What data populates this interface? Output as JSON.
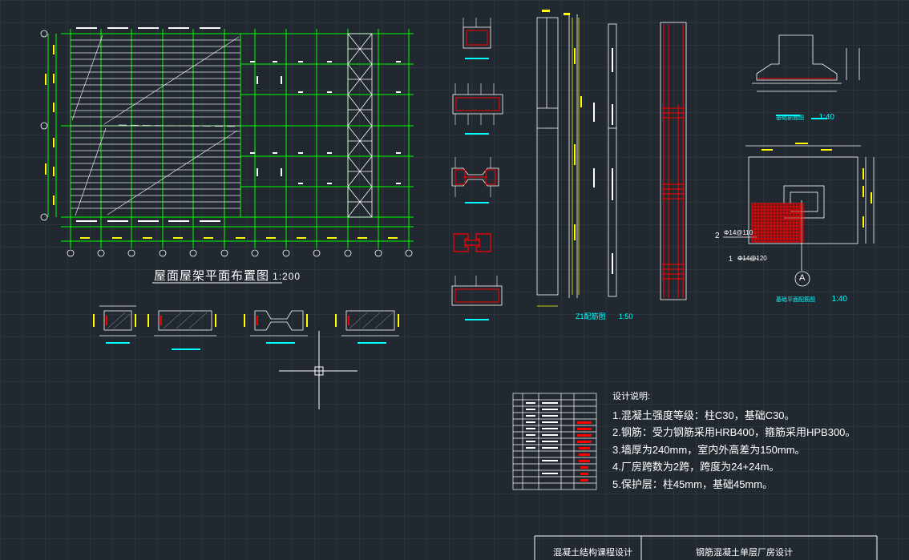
{
  "drawing": {
    "plan_title": "屋面屋架平面布置图",
    "plan_scale": "1:200",
    "col_caption": "Z1配筋图",
    "col_caption_scale": "1:50",
    "found_caption_top": "基础剖面图",
    "found_caption_top_scale": "1:40",
    "found_caption_bottom": "基础平面配筋图",
    "found_caption_bottom_scale": "1:40",
    "axis_label_a": "A",
    "rebar_1": "Φ14@120",
    "rebar_2": "Φ14@110",
    "rebar_1_tag": "1",
    "rebar_2_tag": "2"
  },
  "notes": {
    "heading": "设计说明:",
    "items": [
      "1.混凝土强度等级：柱C30，基础C30。",
      "2.钢筋：受力钢筋采用HRB400，箍筋采用HPB300。",
      "3.墙厚为240mm，室内外高差为150mm。",
      "4.厂房跨数为2跨，跨度为24+24m。",
      "5.保护层：柱45mm，基础45mm。"
    ]
  },
  "title_block": {
    "course": "混凝土结构课程设计",
    "project": "钢筋混凝土单层厂房设计"
  },
  "colors": {
    "background": "#212830",
    "grid": "#2b333c",
    "plan_lines": "#00ff00",
    "dims": "#ffff00",
    "rebar": "#ff0000",
    "outline": "#ffffff",
    "captions": "#00ffff"
  }
}
